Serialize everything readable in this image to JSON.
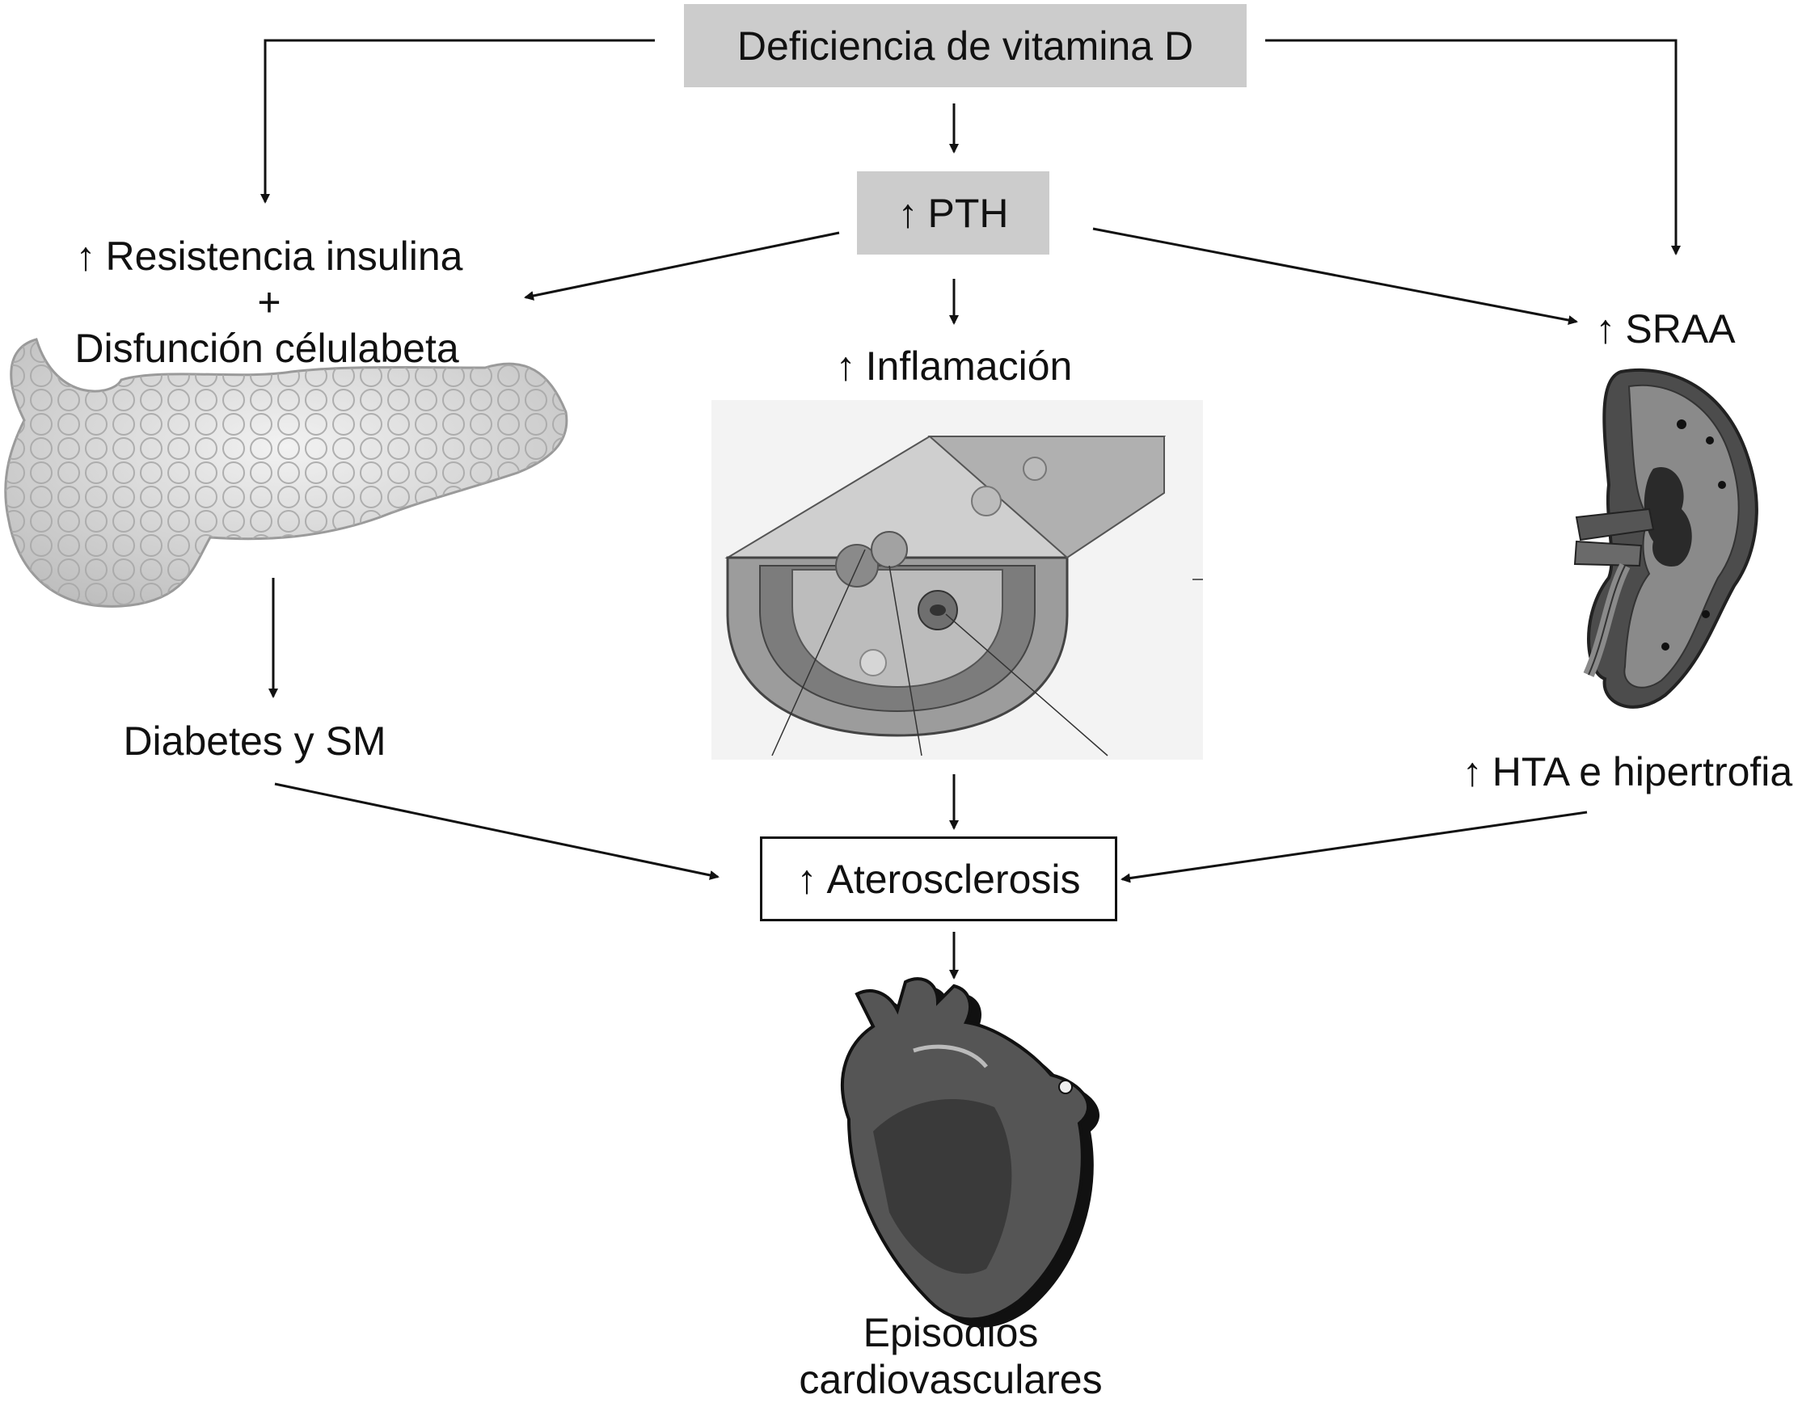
{
  "nodes": {
    "vitd": "Deficiencia de vitamina D",
    "pth": "PTH",
    "resist_line1": "Resistencia insulina",
    "resist_plus": "+",
    "resist_line2": "Disfunción célulabeta",
    "inflam": "Inflamación",
    "sraa": "SRAA",
    "diabetes": "Diabetes y SM",
    "hta": "HTA e hipertrofia",
    "athero": "Aterosclerosis",
    "episodes_line1": "Episodios",
    "episodes_line2": "cardiovasculares"
  },
  "symbols": {
    "increase": "↑"
  },
  "illustrations": [
    "pancreas-icon",
    "artery-cross-section-icon",
    "kidney-icon",
    "heart-icon"
  ],
  "colors": {
    "box_grey": "#cccccc",
    "ink": "#111111"
  }
}
